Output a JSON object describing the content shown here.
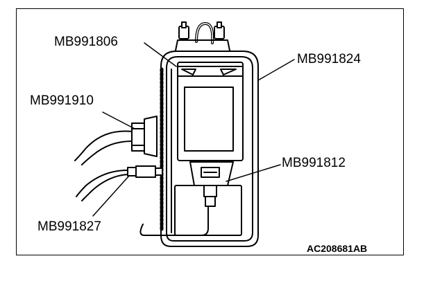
{
  "labels": {
    "mb991806": "MB991806",
    "mb991824": "MB991824",
    "mb991910": "MB991910",
    "mb991812": "MB991812",
    "mb991827": "MB991827"
  },
  "figure_id": "AC208681AB"
}
